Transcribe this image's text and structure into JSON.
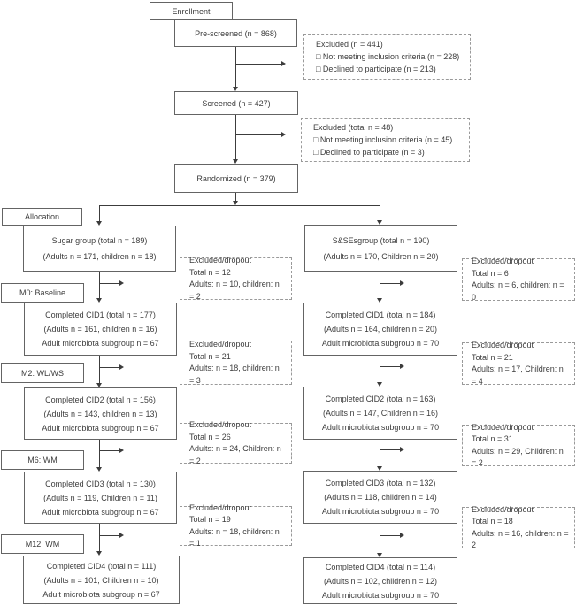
{
  "colors": {
    "background": "#ffffff",
    "solid_box_border": "#646464",
    "dashed_box_border": "#9a9a9a",
    "text": "#3d3d3d",
    "connector_line": "#3c3c3c"
  },
  "top": {
    "enrollment_label": "Enrollment",
    "prescreened": "Pre-screened (n = 868)",
    "excluded_prescreened": {
      "lines": [
        "Excluded (n = 441)",
        "□ Not meeting inclusion criteria (n = 228)",
        "□ Declined to participate (n = 213)"
      ]
    },
    "screened": "Screened (n = 427)",
    "excluded_screened": {
      "lines": [
        "Excluded (total n = 48)",
        "□ Not meeting inclusion criteria (n = 45)",
        "□ Declined to participate (n = 3)"
      ]
    },
    "randomized": "Randomized (n = 379)"
  },
  "stage_labels": {
    "allocation": "Allocation",
    "m0": "M0: Baseline",
    "m2": "M2: WL/WS",
    "m6": "M6: WM",
    "m12": "M12: WM"
  },
  "sugar": {
    "group": {
      "lines": [
        "Sugar group (total n = 189)",
        "(Adults n = 171, children n = 18)"
      ]
    },
    "dropout1": {
      "lines": [
        "Excluded/dropout",
        "Total n = 12",
        "Adults: n = 10, children: n = 2"
      ]
    },
    "cid1": {
      "lines": [
        "Completed CID1 (total n = 177)",
        "(Adults n = 161, children n = 16)",
        "Adult microbiota subgroup n = 67"
      ]
    },
    "dropout2": {
      "lines": [
        "Excluded/dropout",
        "Total n = 21",
        "Adults: n = 18, children: n = 3"
      ]
    },
    "cid2": {
      "lines": [
        "Completed CID2 (total n = 156)",
        "(Adults n = 143, children n = 13)",
        "Adult microbiota subgroup n = 67"
      ]
    },
    "dropout3": {
      "lines": [
        "Excluded/dropout",
        "Total n = 26",
        "Adults: n = 24, Children: n = 2"
      ]
    },
    "cid3": {
      "lines": [
        "Completed CID3 (total n = 130)",
        "(Adults n = 119, Children n = 11)",
        "Adult microbiota subgroup n = 67"
      ]
    },
    "dropout4": {
      "lines": [
        "Excluded/dropout",
        "Total n = 19",
        "Adults: n = 18, children: n = 1"
      ]
    },
    "cid4": {
      "lines": [
        "Completed CID4 (total n = 111)",
        "(Adults n = 101, Children n = 10)",
        "Adult microbiota subgroup n = 67"
      ]
    }
  },
  "sse": {
    "group": {
      "lines": [
        "S&SEsgroup (total n = 190)",
        "(Adults n = 170, Children n = 20)"
      ]
    },
    "dropout1": {
      "lines": [
        "Excluded/dropout",
        "Total n = 6",
        "Adults: n = 6, children: n = 0"
      ]
    },
    "cid1": {
      "lines": [
        "Completed CID1 (total n = 184)",
        "(Adults n = 164, children n = 20)",
        "Adult microbiota subgroup n = 70"
      ]
    },
    "dropout2": {
      "lines": [
        "Excluded/dropout",
        "Total n = 21",
        "Adults: n = 17, Children: n = 4"
      ]
    },
    "cid2": {
      "lines": [
        "Completed CID2 (total n = 163)",
        "(Adults n = 147, Children n = 16)",
        "Adult microbiota subgroup n = 70"
      ]
    },
    "dropout3": {
      "lines": [
        "Excluded/dropout",
        "Total n = 31",
        "Adults: n = 29, Children: n = 2"
      ]
    },
    "cid3": {
      "lines": [
        "Completed CID3 (total n = 132)",
        "(Adults n = 118, children n = 14)",
        "Adult microbiota subgroup n = 70"
      ]
    },
    "dropout4": {
      "lines": [
        "Excluded/dropout",
        "Total n = 18",
        "Adults: n = 16, children: n = 2"
      ]
    },
    "cid4": {
      "lines": [
        "Completed CID4 (total n = 114)",
        "(Adults n = 102, children n = 12)",
        "Adult microbiota subgroup n = 70"
      ]
    }
  }
}
